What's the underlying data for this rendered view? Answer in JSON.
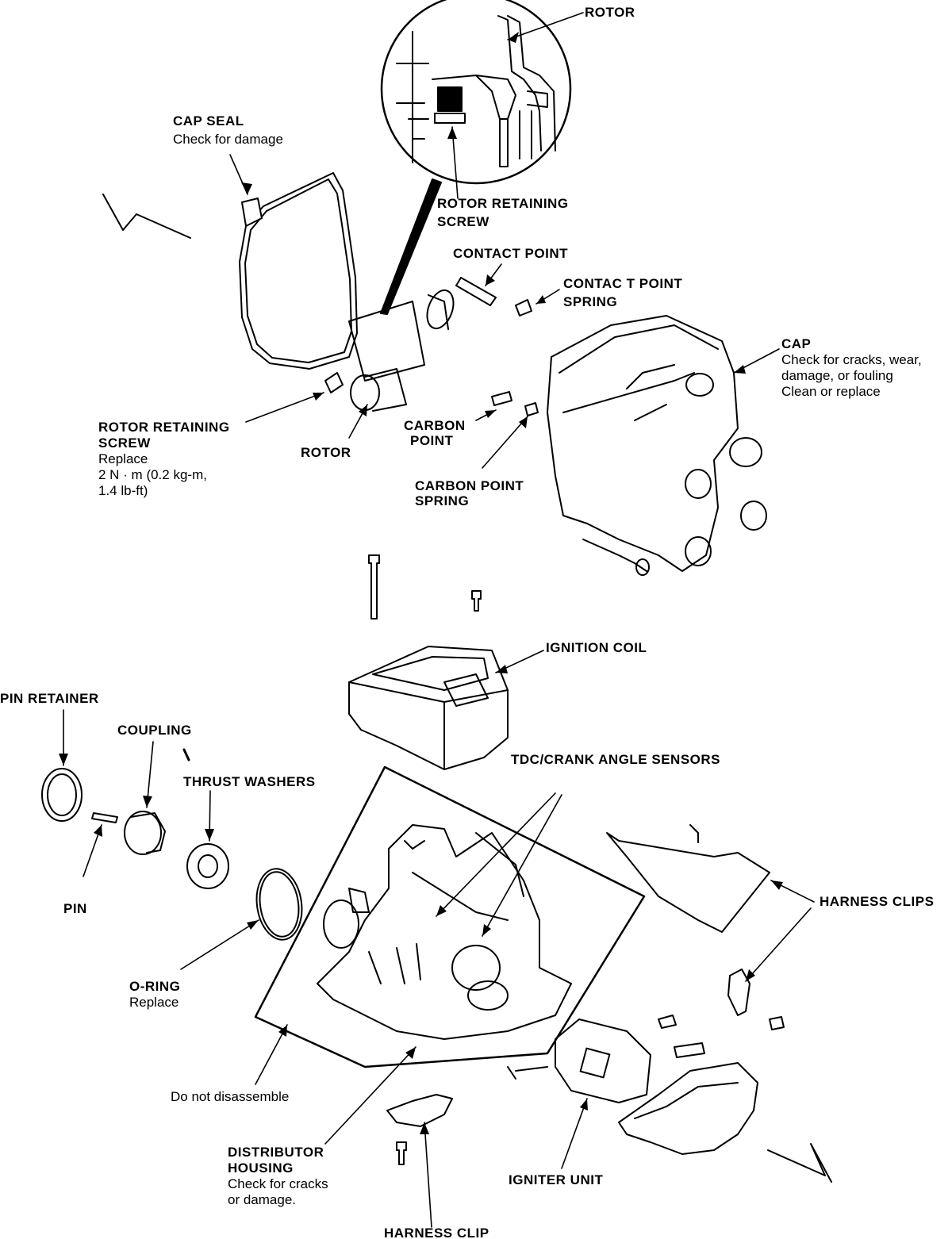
{
  "labels": {
    "rotor_top": "ROTOR",
    "cap_seal": {
      "title": "CAP SEAL",
      "note": "Check for damage"
    },
    "rotor_retaining_screw_detail": {
      "line1": "ROTOR RETAINING",
      "line2": "SCREW"
    },
    "contact_point": "CONTACT POINT",
    "contact_point_spring": {
      "line1": "CONTAC T POINT",
      "line2": "SPRING"
    },
    "cap": {
      "title": "CAP",
      "note1": "Check for cracks, wear,",
      "note2": "damage, or fouling",
      "note3": "Clean or replace"
    },
    "rotor_retaining_screw": {
      "line1": "ROTOR RETAINING",
      "line2": "SCREW",
      "note1": "Replace",
      "note2": "2 N · m (0.2 kg-m,",
      "note3": "1.4 lb-ft)"
    },
    "rotor": "ROTOR",
    "carbon_point": {
      "line1": "CARBON",
      "line2": "POINT"
    },
    "carbon_point_spring": {
      "line1": "CARBON POINT",
      "line2": "SPRING"
    },
    "ignition_coil": "IGNITION  COIL",
    "pin_retainer": "PIN RETAINER",
    "coupling": "COUPLING",
    "thrust_washers": "THRUST WASHERS",
    "tdc_sensors": "TDC/CRANK ANGLE SENSORS",
    "pin": "PIN",
    "harness_clips": "HARNESS CLIPS",
    "o_ring": {
      "line1": "O-RING",
      "line2": "Replace"
    },
    "do_not_disassemble": "Do not disassemble",
    "distributor_housing": {
      "line1": "DISTRIBUTOR",
      "line2": "HOUSING",
      "note1": "Check for cracks",
      "note2": "or damage."
    },
    "igniter_unit": "IGNITER UNIT",
    "harness_clip": "HARNESS CLIP"
  }
}
